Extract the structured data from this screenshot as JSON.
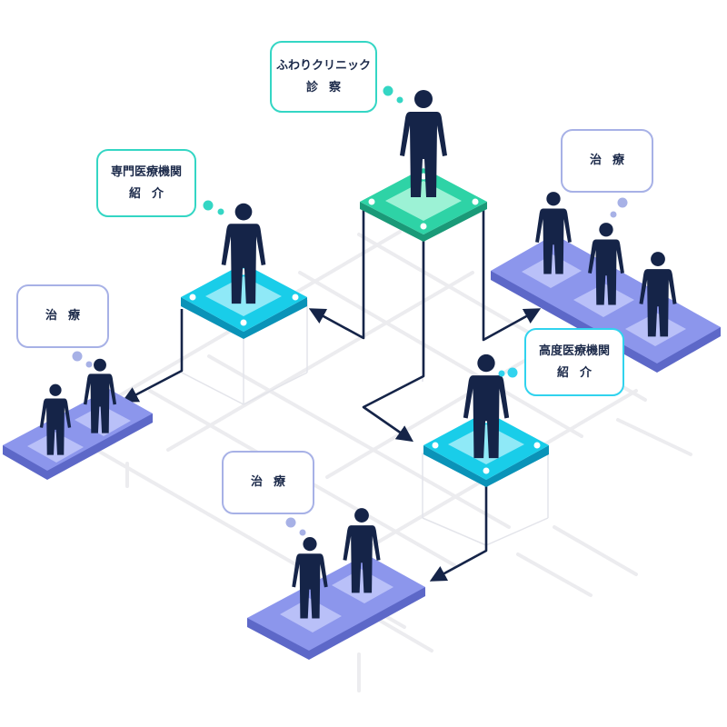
{
  "nodes": {
    "clinic": {
      "line1": "ふわりクリニック",
      "line2": "診察"
    },
    "specialist": {
      "line1": "専門医療機関",
      "line2": "紹介"
    },
    "advanced": {
      "line1": "高度医療機関",
      "line2": "紹介"
    },
    "treatment_right": {
      "label": "治療"
    },
    "treatment_left": {
      "label": "治療"
    },
    "treatment_bottom": {
      "label": "治療"
    }
  },
  "colors": {
    "clinic_platform": "#2ed3a6",
    "referral_platform": "#19cde9",
    "treatment_platform": "#8c96ec",
    "person": "#152448",
    "arrow": "#152448",
    "grid": "#ececef"
  }
}
